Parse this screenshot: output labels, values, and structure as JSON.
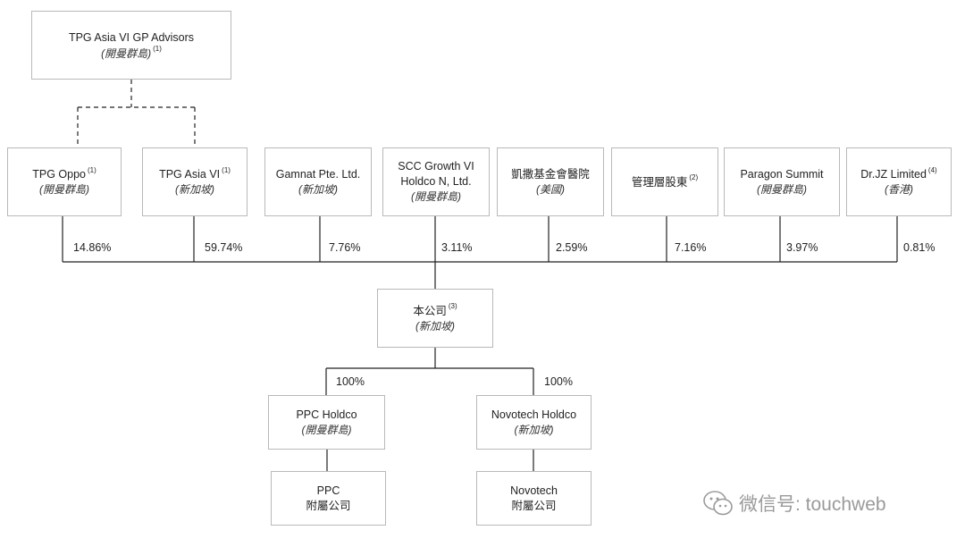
{
  "diagram": {
    "gp": {
      "name": "TPG Asia VI GP Advisors",
      "jurisdiction": "(開曼群島)",
      "note": "(1)"
    },
    "shareholders": [
      {
        "name": "TPG Oppo",
        "note": "(1)",
        "jurisdiction": "(開曼群島)",
        "percent": "14.86%"
      },
      {
        "name": "TPG Asia VI",
        "note": "(1)",
        "jurisdiction": "(新加坡)",
        "percent": "59.74%"
      },
      {
        "name": "Gamnat Pte. Ltd.",
        "note": "",
        "jurisdiction": "(新加坡)",
        "percent": "7.76%"
      },
      {
        "name": "SCC Growth VI",
        "name2": "Holdco N, Ltd.",
        "note": "",
        "jurisdiction": "(開曼群島)",
        "percent": "3.11%"
      },
      {
        "name": "凱撒基金會醫院",
        "note": "",
        "jurisdiction": "(美國)",
        "percent": "2.59%"
      },
      {
        "name": "管理層股東",
        "note": "(2)",
        "jurisdiction": "",
        "percent": "7.16%"
      },
      {
        "name": "Paragon Summit",
        "note": "",
        "jurisdiction": "(開曼群島)",
        "percent": "3.97%"
      },
      {
        "name": "Dr.JZ Limited",
        "note": "(4)",
        "jurisdiction": "(香港)",
        "percent": "0.81%"
      }
    ],
    "company": {
      "name": "本公司",
      "note": "(3)",
      "jurisdiction": "(新加坡)"
    },
    "holdcos": [
      {
        "name": "PPC Holdco",
        "jurisdiction": "(開曼群島)",
        "percent": "100%"
      },
      {
        "name": "Novotech Holdco",
        "jurisdiction": "(新加坡)",
        "percent": "100%"
      }
    ],
    "subsidiaries": [
      {
        "name": "PPC",
        "sub": "附屬公司"
      },
      {
        "name": "Novotech",
        "sub": "附屬公司"
      }
    ]
  },
  "watermark": {
    "text": "微信号: touchweb",
    "icon": "wechat-icon"
  }
}
